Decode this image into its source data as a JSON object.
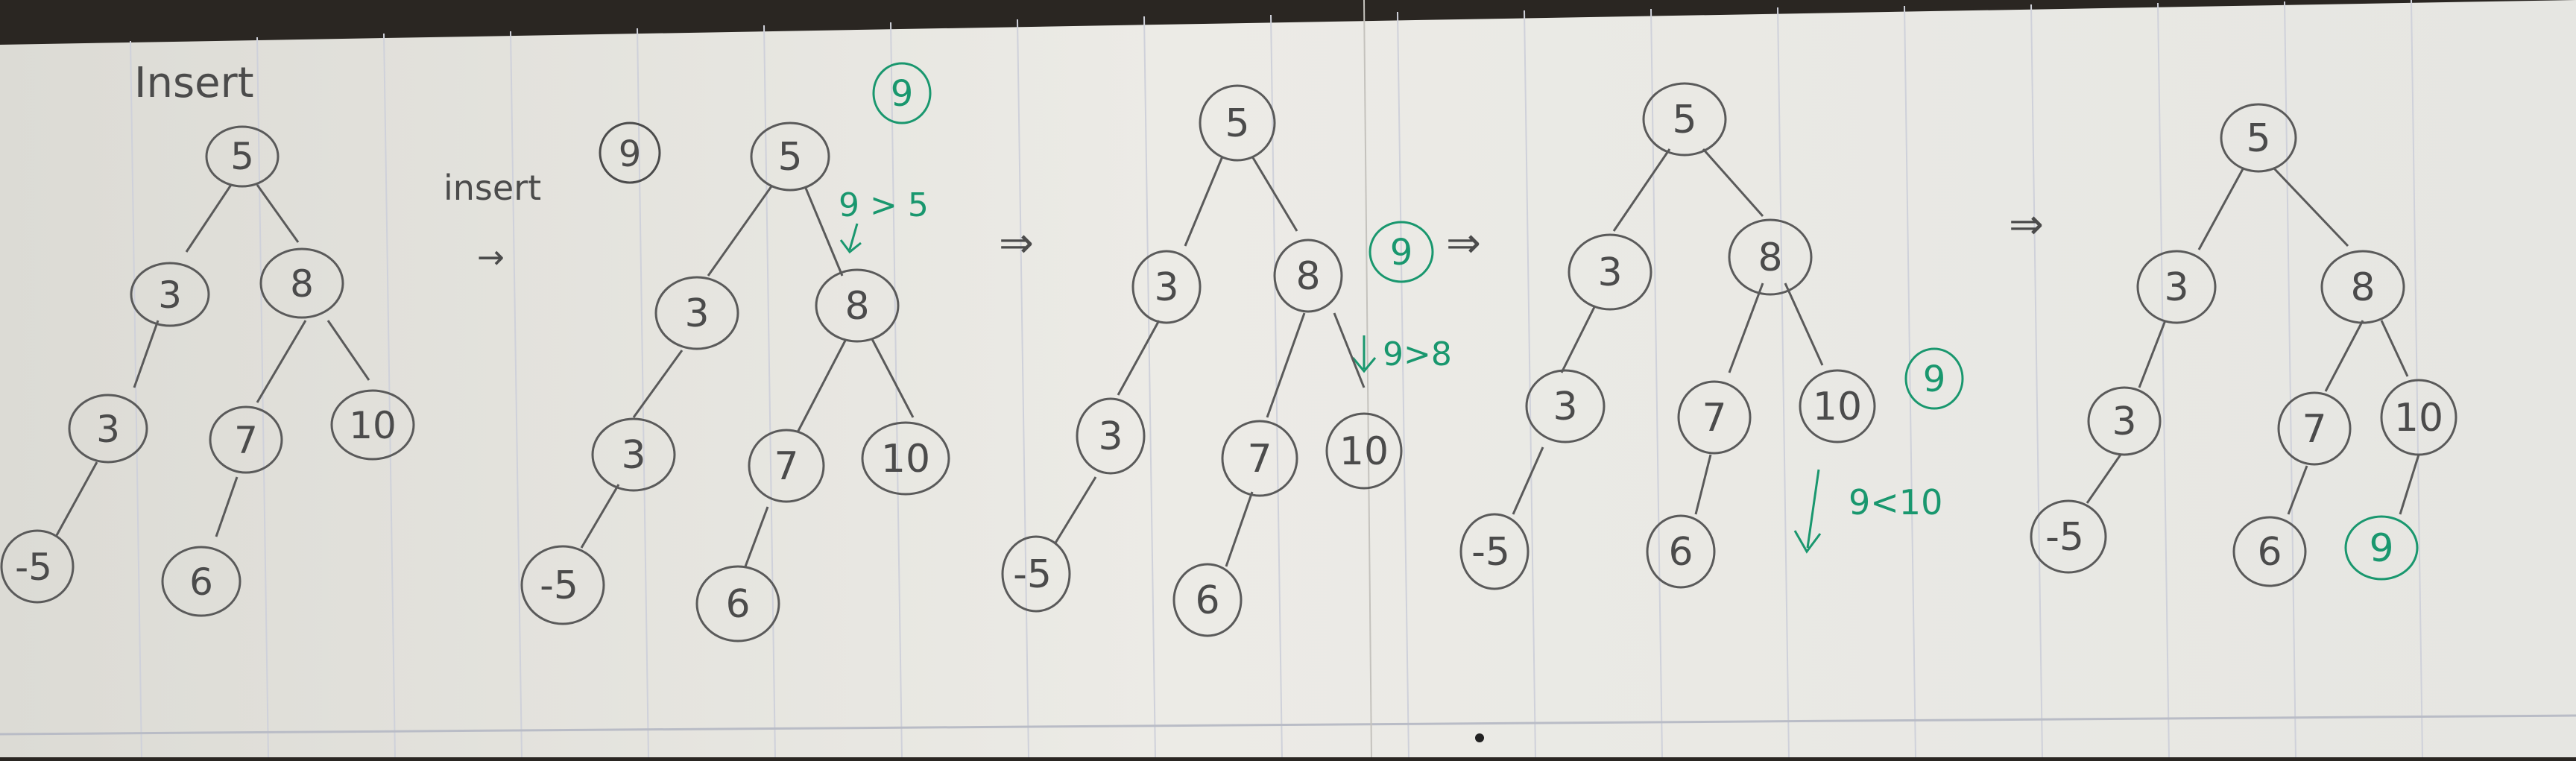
{
  "colors": {
    "pencil": "#4b4b4b",
    "green_ink": "#19976e",
    "paper": "#e9e8e3",
    "ruling": "#cfd1da"
  },
  "panel1": {
    "heading": "Insert",
    "nodes": {
      "root": "5",
      "left": "3",
      "right": "8",
      "left_left": "3",
      "right_left": "7",
      "right_right": "10",
      "left_left_left": "-5",
      "right_left_left": "6"
    }
  },
  "panel2": {
    "label": "insert",
    "new_value": "9",
    "new_badge": "9",
    "note": "9 > 5",
    "nodes": {
      "root": "5",
      "left": "3",
      "right": "8",
      "left_left": "3",
      "right_left": "7",
      "right_right": "10",
      "left_left_left": "-5",
      "right_left_left": "6"
    }
  },
  "panel3": {
    "badge": "9",
    "note": "9>8",
    "nodes": {
      "root": "5",
      "left": "3",
      "right": "8",
      "left_left": "3",
      "right_left": "7",
      "right_right": "10",
      "left_left_left": "-5",
      "right_left_left": "6"
    }
  },
  "panel4": {
    "badge": "9",
    "note": "9<10",
    "nodes": {
      "root": "5",
      "left": "3",
      "right": "8",
      "left_left": "3",
      "right_left": "7",
      "right_right": "10",
      "left_left_left": "-5",
      "right_left_left": "6"
    }
  },
  "panel5": {
    "nodes": {
      "root": "5",
      "left": "3",
      "right": "8",
      "left_left": "3",
      "right_left": "7",
      "right_right": "10",
      "left_left_left": "-5",
      "right_left_left": "6",
      "inserted": "9"
    }
  },
  "arrows": {
    "step": "⇒"
  }
}
